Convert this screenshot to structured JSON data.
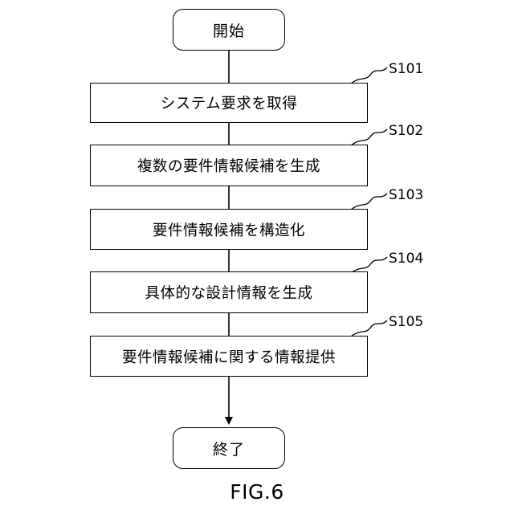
{
  "flowchart": {
    "start": "開始",
    "end": "終了",
    "steps": [
      {
        "id": "S101",
        "text": "システム要求を取得"
      },
      {
        "id": "S102",
        "text": "複数の要件情報候補を生成"
      },
      {
        "id": "S103",
        "text": "要件情報候補を構造化"
      },
      {
        "id": "S104",
        "text": "具体的な設計情報を生成"
      },
      {
        "id": "S105",
        "text": "要件情報候補に関する情報提供"
      }
    ]
  },
  "caption": "FIG.6"
}
